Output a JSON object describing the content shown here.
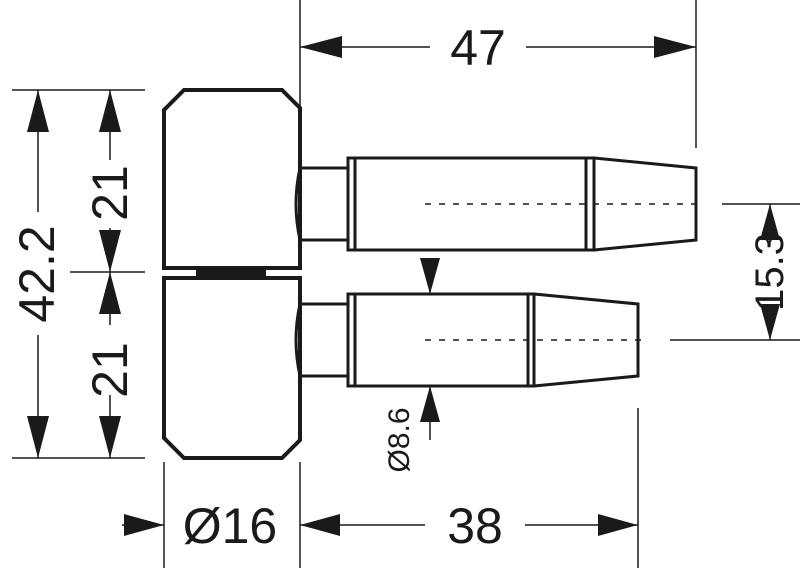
{
  "dimensions": {
    "overall_length": "47",
    "pin_length": "38",
    "total_height": "42.2",
    "upper_half": "21",
    "lower_half": "21",
    "pin_offset": "15.3",
    "body_diameter": "Ø16",
    "pin_diameter": "Ø8.6"
  }
}
